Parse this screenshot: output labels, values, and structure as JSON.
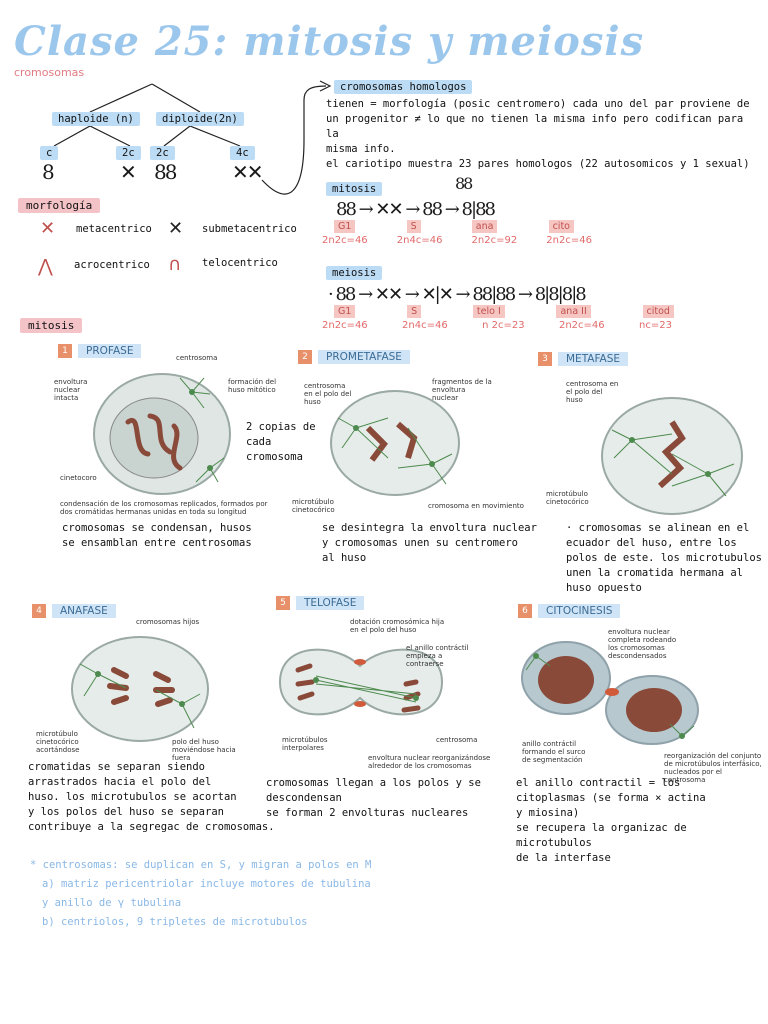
{
  "header": {
    "title": "Clase 25: mitosis y meiosis",
    "subtitle": "cromosomas"
  },
  "tree": {
    "haploide": "haploide (n)",
    "diploide": "diploide(2n)",
    "c": "c",
    "c2_left": "2c",
    "c2_right": "2c",
    "c4": "4c"
  },
  "homologos": {
    "label": "cromosomas homologos",
    "lines": [
      "tienen = morfología (posic centromero) cada uno del par proviene de",
      "un progenitor ≠ lo que no tienen la misma info pero codifican para la",
      "misma info.",
      "el cariotipo muestra 23 pares homologos (22 autosomicos y 1 sexual)"
    ]
  },
  "morfologia": {
    "label": "morfología",
    "types": [
      "metacentrico",
      "submetacentrico",
      "acrocentrico",
      "telocentrico"
    ]
  },
  "mitosis_scheme": {
    "label": "mitosis",
    "stages": [
      "G1",
      "S",
      "ana",
      "cito"
    ],
    "formulas": [
      "2n2c=46",
      "2n4c=46",
      "2n2c=92",
      "2n2c=46"
    ]
  },
  "meiosis_scheme": {
    "label": "meiosis",
    "stages": [
      "G1",
      "S",
      "telo I",
      "ana II",
      "citod"
    ],
    "formulas": [
      "2n2c=46",
      "2n4c=46",
      "n 2c=23",
      "2n2c=46",
      "nc=23"
    ]
  },
  "mitosis_section": {
    "label": "mitosis"
  },
  "panels": [
    {
      "num": "1",
      "title": "PROFASE",
      "labels": [
        "centrosoma",
        "envoltura nuclear intacta",
        "formación del huso mitótico",
        "cinetocoro",
        "condensación de los cromosomas replicados, formados por dos cromátidas hermanas unidas en toda su longitud"
      ],
      "side_note": "2 copias de cada cromosoma",
      "note": [
        "cromosomas se condensan, husos",
        "se ensamblan entre centrosomas"
      ]
    },
    {
      "num": "2",
      "title": "PROMETAFASE",
      "labels": [
        "centrosoma en el polo del huso",
        "fragmentos de la envoltura nuclear",
        "microtúbulo cinetocórico",
        "cromosoma en movimiento"
      ],
      "note": [
        "se desintegra la envoltura nuclear",
        "y cromosomas unen su centromero",
        "al huso"
      ]
    },
    {
      "num": "3",
      "title": "METAFASE",
      "labels": [
        "centrosoma en el polo del huso",
        "microtúbulo cinetocórico"
      ],
      "note": [
        "· cromosomas se alinean en el",
        "ecuador del huso, entre los",
        "polos de este. los microtubulos",
        "unen la cromatida hermana al",
        "huso opuesto"
      ]
    },
    {
      "num": "4",
      "title": "ANAFASE",
      "labels": [
        "cromosomas hijos",
        "microtúbulo cinetocórico acortándose",
        "polo del huso moviéndose hacia fuera"
      ],
      "note": [
        "cromatidas se separan siendo",
        "arrastrados hacia el polo del",
        "huso. los microtubulos se acortan",
        "y los polos del huso se separan",
        "contribuye a la segregac de cromosomas."
      ]
    },
    {
      "num": "5",
      "title": "TELOFASE",
      "labels": [
        "dotación cromosómica hija en el polo del huso",
        "el anillo contráctil empieza a contraerse",
        "microtúbulos interpolares",
        "centrosoma",
        "envoltura nuclear reorganizándose alrededor de los cromosomas"
      ],
      "note": [
        "cromosomas llegan a los polos y se",
        "descondensan",
        "se forman 2 envolturas nucleares"
      ]
    },
    {
      "num": "6",
      "title": "CITOCINESIS",
      "labels": [
        "envoltura nuclear completa rodeando los cromosomas descondensados",
        "anillo contráctil formando el surco de segmentación",
        "reorganización del conjunto de microtúbulos interfásico, nucleados por el centrosoma"
      ],
      "note": [
        "el anillo contractil = los",
        "citoplasmas (se forma × actina",
        "y miosina)",
        "se recupera la organizac de microtubulos",
        "de la interfase"
      ]
    }
  ],
  "footer_notes": [
    "* centrosomas: se duplican en S, y migran a polos en M",
    "a) matriz pericentriolar incluye motores de tubulina",
    "y anillo de γ tubulina",
    "b) centriolos, 9 tripletes de microtubulos"
  ],
  "colors": {
    "title": "#9cc7ec",
    "pink": "#f4c3c7",
    "blue": "#bcdcf5",
    "chromosome": "#8a4a3a",
    "spindle": "#4d8a4d"
  }
}
